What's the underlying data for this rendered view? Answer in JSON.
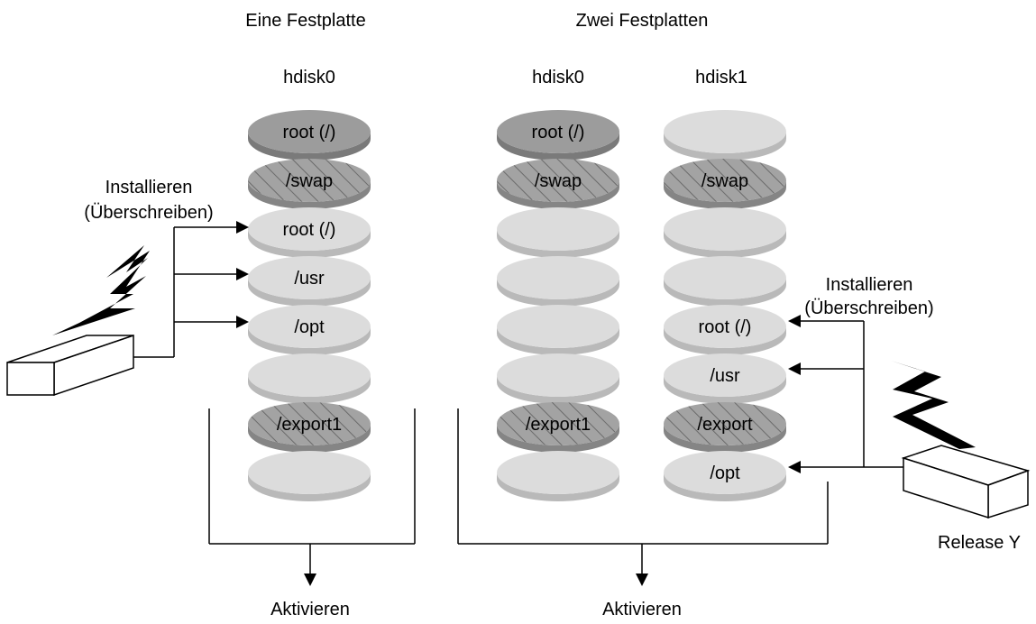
{
  "left_panel": {
    "title": "Eine Festplatte",
    "disk": {
      "label": "hdisk0",
      "slices": [
        {
          "label": "root (/)",
          "style": "dark"
        },
        {
          "label": "/swap",
          "style": "hatched"
        },
        {
          "label": "root (/)",
          "style": "light"
        },
        {
          "label": "/usr",
          "style": "light"
        },
        {
          "label": "/opt",
          "style": "light"
        },
        {
          "label": "",
          "style": "light"
        },
        {
          "label": "/export1",
          "style": "hatched"
        },
        {
          "label": "",
          "style": "light"
        }
      ]
    },
    "install_label_line1": "Installieren",
    "install_label_line2": "(Überschreiben)",
    "activate_label": "Aktivieren"
  },
  "right_panel": {
    "title": "Zwei Festplatten",
    "disk0": {
      "label": "hdisk0",
      "slices": [
        {
          "label": "root (/)",
          "style": "dark"
        },
        {
          "label": "/swap",
          "style": "hatched"
        },
        {
          "label": "",
          "style": "light"
        },
        {
          "label": "",
          "style": "light"
        },
        {
          "label": "",
          "style": "light"
        },
        {
          "label": "",
          "style": "light"
        },
        {
          "label": "/export1",
          "style": "hatched"
        },
        {
          "label": "",
          "style": "light"
        }
      ]
    },
    "disk1": {
      "label": "hdisk1",
      "slices": [
        {
          "label": "",
          "style": "light"
        },
        {
          "label": "/swap",
          "style": "hatched"
        },
        {
          "label": "",
          "style": "light"
        },
        {
          "label": "",
          "style": "light"
        },
        {
          "label": "root (/)",
          "style": "light"
        },
        {
          "label": "/usr",
          "style": "light"
        },
        {
          "label": "/export",
          "style": "hatched"
        },
        {
          "label": "/opt",
          "style": "light"
        }
      ]
    },
    "install_label_line1": "Installieren",
    "install_label_line2": "(Überschreiben)",
    "release_label": "Release Y",
    "activate_label": "Aktivieren"
  },
  "colors": {
    "dark_top": "#9c9c9c",
    "dark_side": "#7a7a7a",
    "light_top": "#dcdcdc",
    "light_side": "#b9b9b9",
    "hatched_top": "#a3a3a3",
    "hatched_side": "#858585",
    "line": "#000000"
  }
}
